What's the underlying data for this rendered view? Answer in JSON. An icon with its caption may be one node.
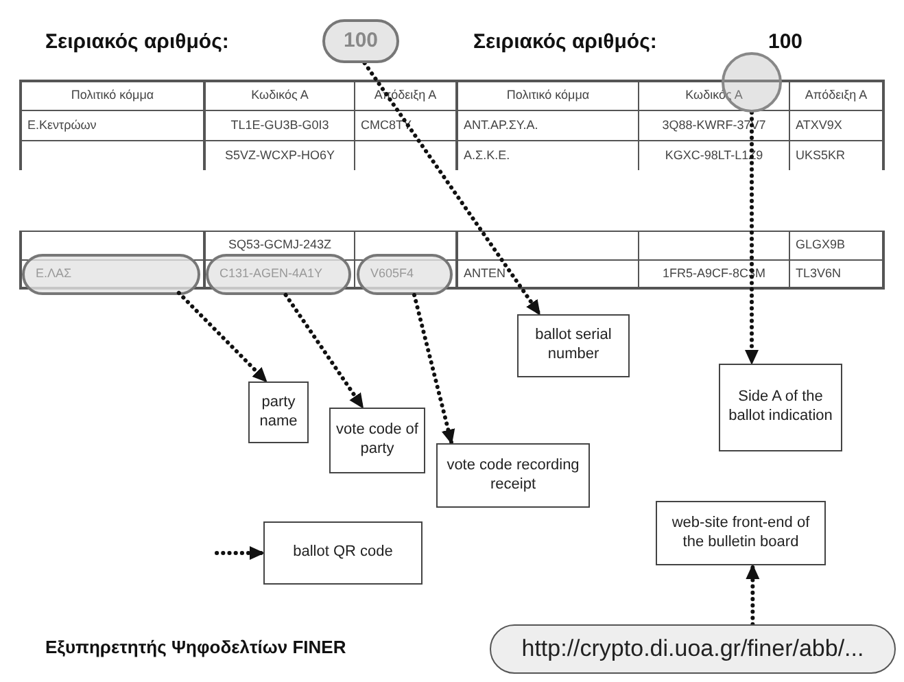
{
  "diagram": {
    "nodes": [
      {
        "text": [
          "100"
        ]
      },
      {
        "text": [],
        "shape": "circle"
      },
      {
        "text": [
          "Ε.ΛΑΣ"
        ]
      },
      {
        "text": [
          "C131-AGEN-4A1Y"
        ]
      },
      {
        "text": [
          "V605F4"
        ]
      },
      {
        "text": [
          "party name"
        ]
      },
      {
        "text": [
          "vote code of party"
        ]
      },
      {
        "text": [
          "vote code recording receipt"
        ]
      },
      {
        "text": [
          "ballot serial number"
        ]
      },
      {
        "text": [
          "Side A of the ballot indication"
        ]
      },
      {
        "text": [
          "ballot QR code"
        ]
      },
      {
        "text": [
          "web-site front-end of the bulletin board"
        ]
      },
      {
        "text": [
          "http://crypto.di.uoa.gr/finer/abb/..."
        ]
      }
    ],
    "edges": [
      {
        "from": 0,
        "to": 8,
        "arrow": "to"
      },
      {
        "from": 1,
        "to": 9,
        "arrow": "to"
      },
      {
        "from": 2,
        "to": 5,
        "arrow": "to"
      },
      {
        "from": 3,
        "to": 6,
        "arrow": "to"
      },
      {
        "from": 4,
        "to": 7,
        "arrow": "to"
      },
      {
        "from": null,
        "to": 10,
        "arrow": "to"
      },
      {
        "from": 12,
        "to": 11,
        "arrow": "to"
      }
    ],
    "labels": [
      "Σειριακός αριθμός:",
      "Σειριακός αριθμός:",
      "100",
      "Πολιτικό κόμμα",
      "Κωδικός Α",
      "Απόδειξη Α",
      "Πολιτικό κόμμα",
      "Κωδικός Α",
      "Απόδειξη Α",
      "Ε.Κεντρώων",
      "TL1E-GU3B-G0I3",
      "CMC8TY",
      "ΑΝΤ.ΑΡ.ΣΥ.Α.",
      "3Q88-KWRF-37V7",
      "ATXV9X",
      "S5VZ-WCXP-HO6Y",
      "Α.Σ.Κ.Ε.",
      "KGXC-98LT-L1Z9",
      "UKS5KR",
      "SQ53-GCMJ-243Z",
      "GLGX9B",
      "ΑΝΤΕΝ",
      "1FR5-A9CF-8C3M",
      "TL3V6N",
      "Εξυπηρετητής Ψηφοδελτίων FINER"
    ]
  }
}
